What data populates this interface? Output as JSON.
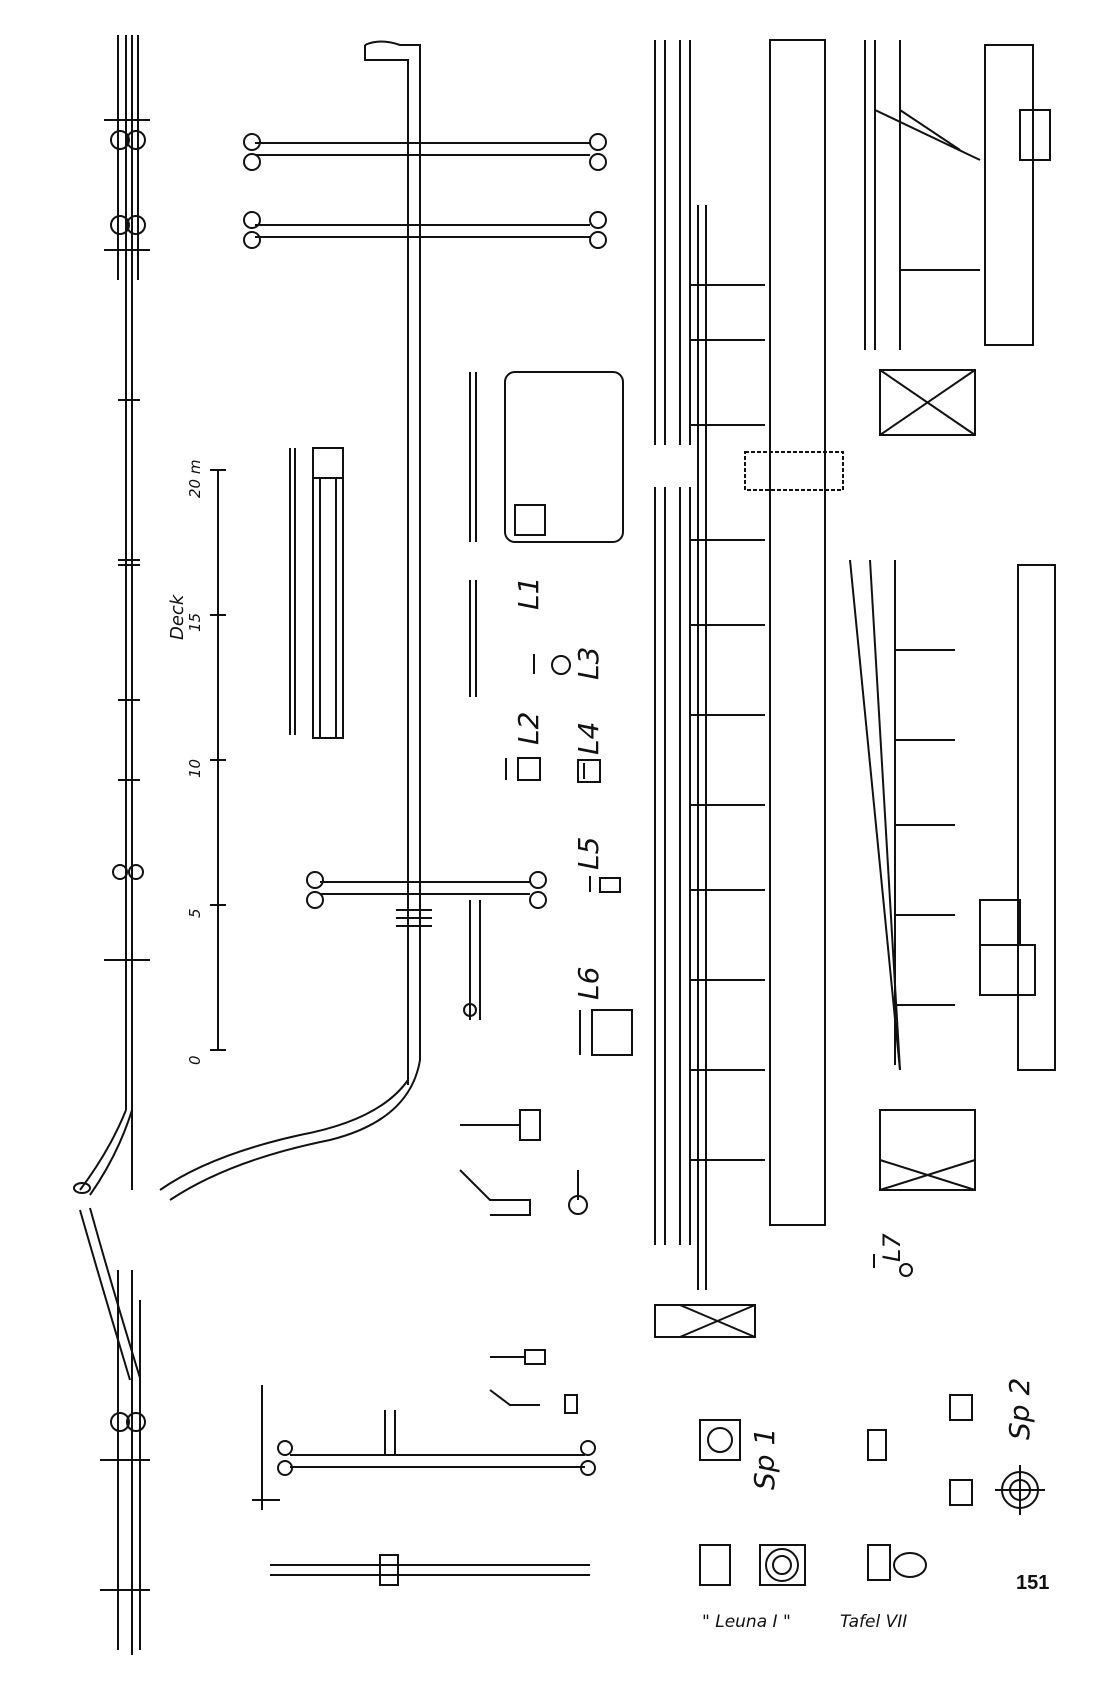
{
  "labels": {
    "l1": "L1",
    "l2": "L2",
    "l3": "L3",
    "l4": "L4",
    "l5": "L5",
    "l6": "L6",
    "l7": "L7",
    "sp1": "Sp 1",
    "sp2": "Sp 2",
    "deck": "Deck"
  },
  "scale": {
    "ticks": [
      "0",
      "5",
      "10",
      "15",
      "20 m"
    ]
  },
  "footer": {
    "page_number": "151",
    "caption_left": "\" Leuna I \"",
    "caption_right": "Tafel VII"
  }
}
